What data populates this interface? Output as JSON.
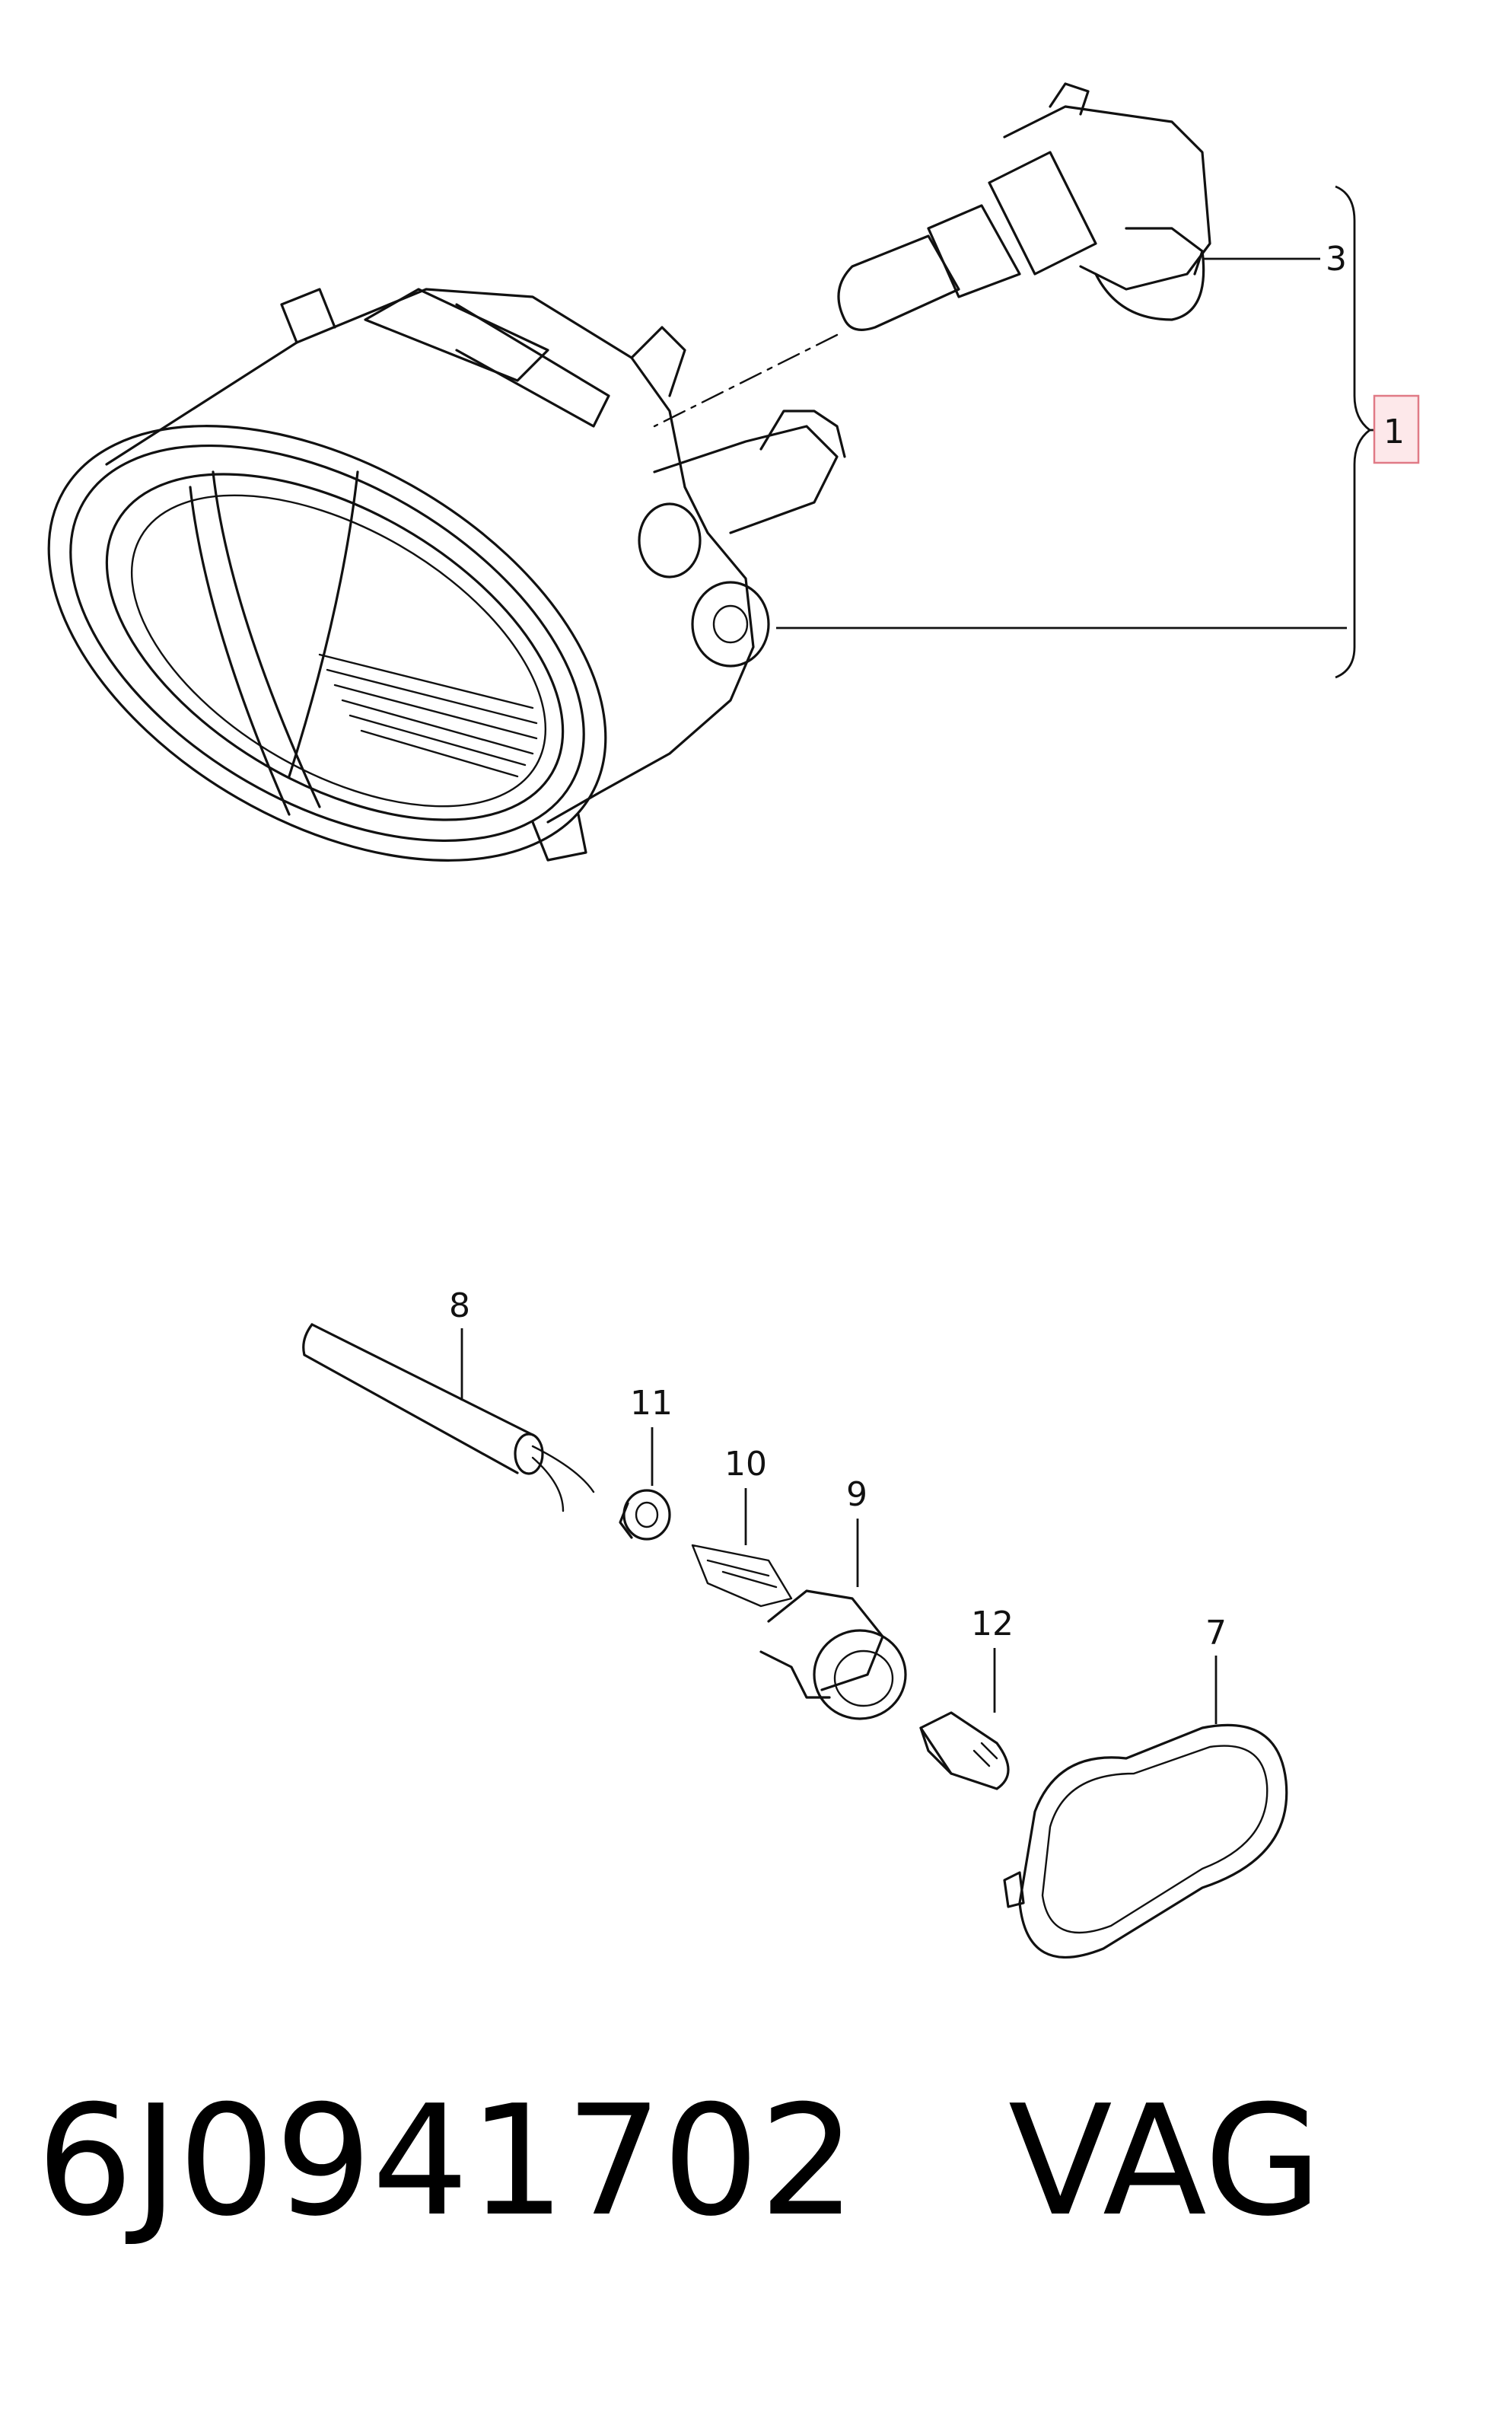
{
  "callouts": {
    "c1": "1",
    "c3": "3",
    "c7": "7",
    "c8": "8",
    "c9": "9",
    "c10": "10",
    "c11": "11",
    "c12": "12"
  },
  "footer": {
    "part_number": "6J0941702",
    "brand": "VAG"
  },
  "colors": {
    "highlight_fill": "#fde8ea",
    "highlight_stroke": "#e07a86",
    "ink": "#111111"
  }
}
